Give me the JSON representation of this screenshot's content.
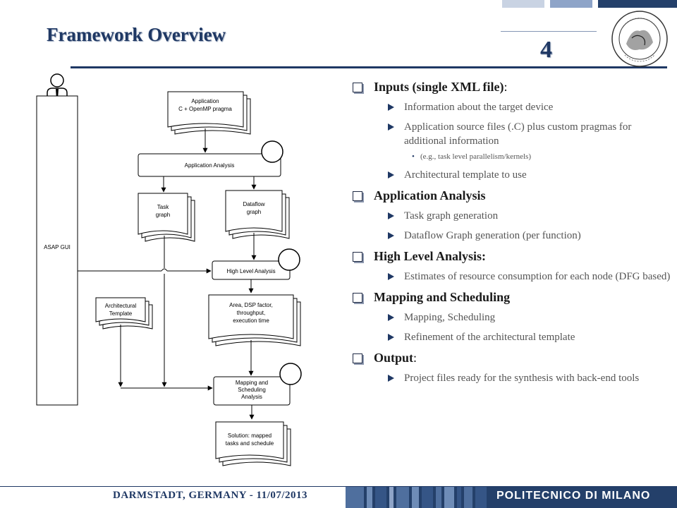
{
  "header": {
    "title": "Framework Overview",
    "slide_number": "4"
  },
  "diagram": {
    "gui_label": "ASAP GUI",
    "app_input_line1": "Application",
    "app_input_line2": "C + OpenMP pragma",
    "app_analysis": "Application Analysis",
    "task_graph_line1": "Task",
    "task_graph_line2": "graph",
    "dataflow_graph_line1": "Dataflow",
    "dataflow_graph_line2": "graph",
    "high_level_analysis": "High Level Analysis",
    "arch_template_line1": "Architectural",
    "arch_template_line2": "Template",
    "estimates_line1": "Area, DSP factor,",
    "estimates_line2": "throughput,",
    "estimates_line3": "execution time",
    "mapping_line1": "Mapping and",
    "mapping_line2": "Scheduling",
    "mapping_line3": "Analysis",
    "solution_line1": "Solution: mapped",
    "solution_line2": "tasks and schedule"
  },
  "bullets": {
    "inputs": {
      "title": "Inputs (single XML file)",
      "suffix": ":",
      "items": [
        "Information about the target device",
        "Application source files (.C) plus custom pragmas for additional information",
        "Architectural template to use"
      ],
      "sub_item": "(e.g., task level parallelism/kernels)"
    },
    "app_analysis": {
      "title": "Application Analysis",
      "items": [
        "Task graph generation",
        "Dataflow Graph generation (per function)"
      ]
    },
    "hla": {
      "title": "High Level Analysis:",
      "items": [
        "Estimates of resource consumption for each node (DFG based)"
      ]
    },
    "mapping": {
      "title": "Mapping and Scheduling",
      "items": [
        "Mapping, Scheduling",
        "Refinement of the architectural template"
      ]
    },
    "output": {
      "title": "Output",
      "suffix": ":",
      "items": [
        "Project files ready for the synthesis with back-end tools"
      ]
    }
  },
  "footer": {
    "location_date": "DARMSTADT, GERMANY - 11/07/2013",
    "institution": "POLITECNICO DI MILANO"
  },
  "colors": {
    "primary": "#1f3864",
    "footer_bar": "#24406a",
    "top_accent": "#8ea4c8"
  },
  "icons": {
    "user": "person-icon",
    "seal": "university-seal-icon"
  }
}
